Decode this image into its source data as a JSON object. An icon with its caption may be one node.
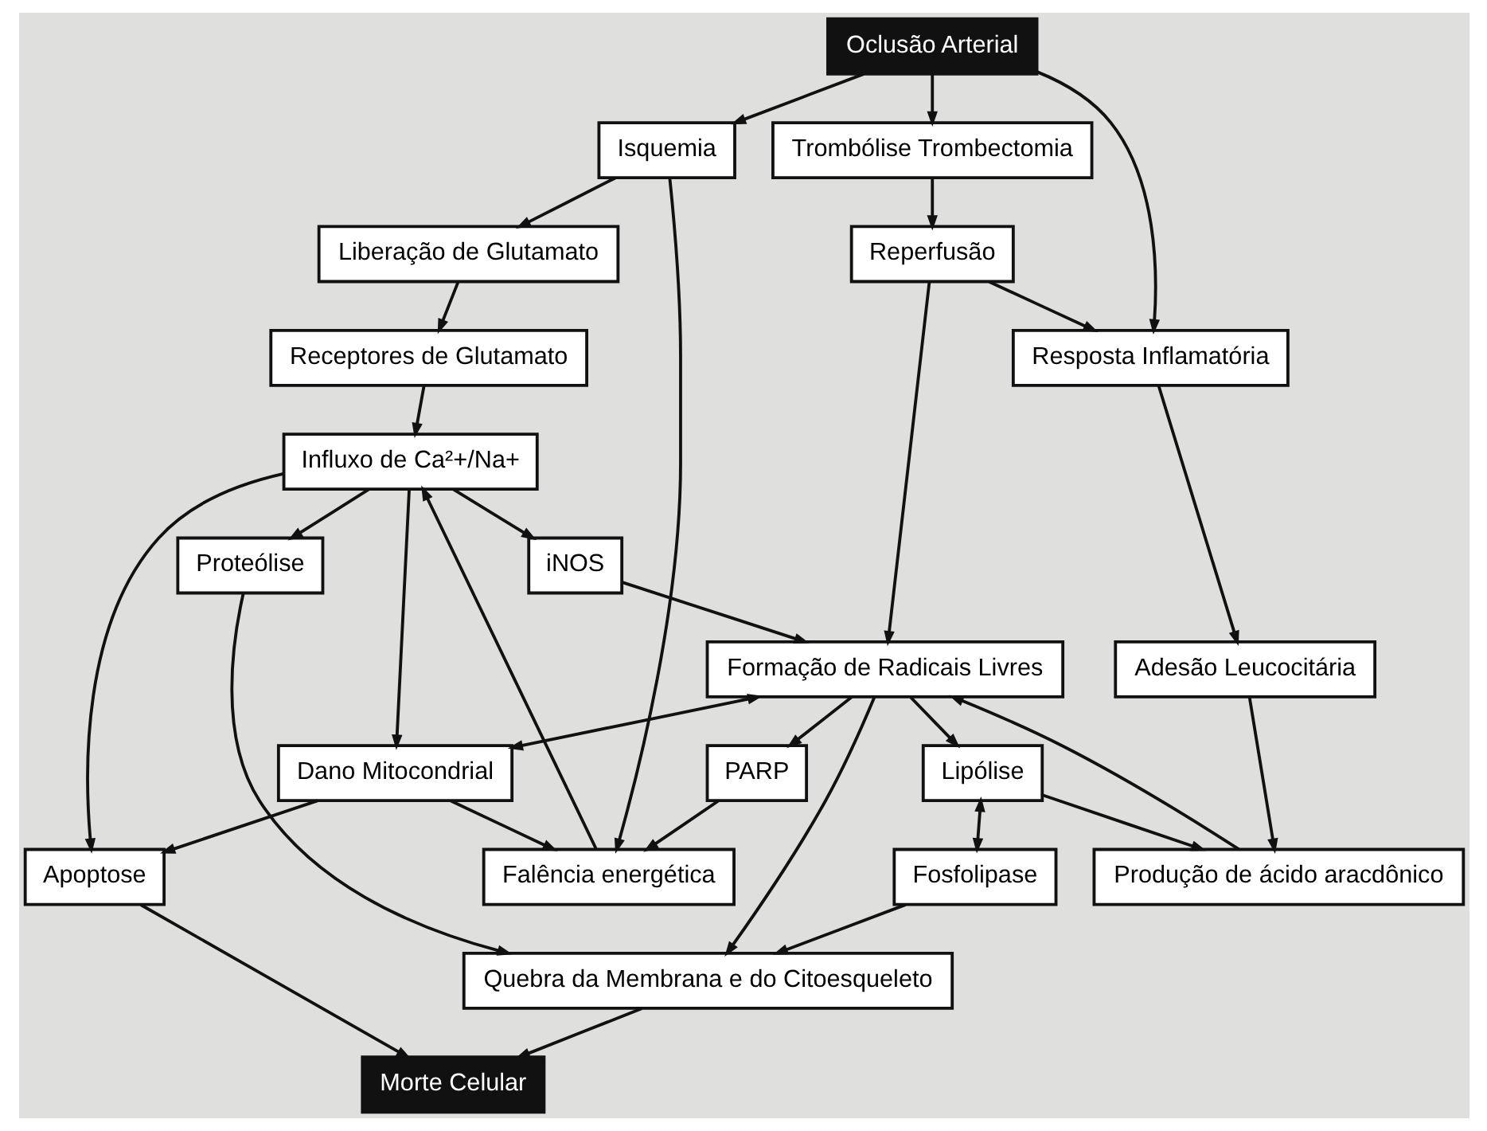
{
  "diagram": {
    "nodes": [
      {
        "text": [
          "Oclusão Arterial"
        ]
      },
      {
        "text": [
          "Isquemia"
        ]
      },
      {
        "text": [
          "Trombólise Trombectomia"
        ]
      },
      {
        "text": [
          "Reperfusão"
        ]
      },
      {
        "text": [
          "Liberação de Glutamato"
        ]
      },
      {
        "text": [
          "Falência energética"
        ]
      },
      {
        "text": [
          "PARP"
        ]
      },
      {
        "text": [
          "Resposta Inflamatória"
        ]
      },
      {
        "text": [
          "Dano Mitocondrial"
        ]
      },
      {
        "text": [
          "Receptores de Glutamato"
        ]
      },
      {
        "text": [
          "Influxo de Ca²+/Na+"
        ]
      },
      {
        "text": [
          "Apoptose"
        ]
      },
      {
        "text": [
          "Adesão Leucocitária"
        ]
      },
      {
        "text": [
          "Produção de ácido aracdônico"
        ]
      },
      {
        "text": [
          "Proteólise"
        ]
      },
      {
        "text": [
          "Lipólise"
        ]
      },
      {
        "text": [
          "iNOS"
        ]
      },
      {
        "text": [
          "Formação de Radicais Livres"
        ]
      },
      {
        "text": [
          "Quebra da Membrana e do Citoesqueleto"
        ]
      },
      {
        "text": [
          "Fosfolipase"
        ]
      },
      {
        "text": [
          "Morte Celular"
        ]
      }
    ],
    "edges": [
      {
        "from": 0,
        "to": 1,
        "arrow": "to"
      },
      {
        "from": 0,
        "to": 2,
        "arrow": "to"
      },
      {
        "from": 0,
        "to": 7,
        "arrow": "to"
      },
      {
        "from": 1,
        "to": 4,
        "arrow": "to"
      },
      {
        "from": 1,
        "to": 5,
        "arrow": "to"
      },
      {
        "from": 2,
        "to": 3,
        "arrow": "to"
      },
      {
        "from": 3,
        "to": 7,
        "arrow": "to"
      },
      {
        "from": 3,
        "to": 17,
        "arrow": "to"
      },
      {
        "from": 4,
        "to": 9,
        "arrow": "to"
      },
      {
        "from": 5,
        "to": 10,
        "arrow": "to"
      },
      {
        "from": 6,
        "to": 5,
        "arrow": "to"
      },
      {
        "from": 8,
        "to": 5,
        "arrow": "to"
      },
      {
        "from": 9,
        "to": 10,
        "arrow": "to"
      },
      {
        "from": 10,
        "to": 8,
        "arrow": "to"
      },
      {
        "from": 10,
        "to": 11,
        "arrow": "to"
      },
      {
        "from": 8,
        "to": 11,
        "arrow": "to"
      },
      {
        "from": 10,
        "to": 14,
        "arrow": "to"
      },
      {
        "from": 10,
        "to": 16,
        "arrow": "to"
      },
      {
        "from": 17,
        "to": 8,
        "arrow": "both"
      },
      {
        "from": 17,
        "to": 6,
        "arrow": "to"
      },
      {
        "from": 7,
        "to": 12,
        "arrow": "to"
      },
      {
        "from": 12,
        "to": 13,
        "arrow": "to"
      },
      {
        "from": 15,
        "to": 13,
        "arrow": "to"
      },
      {
        "from": 17,
        "to": 15,
        "arrow": "to"
      },
      {
        "from": 13,
        "to": 17,
        "arrow": "to"
      },
      {
        "from": 15,
        "to": 19,
        "arrow": "both"
      },
      {
        "from": 16,
        "to": 17,
        "arrow": "to"
      },
      {
        "from": 14,
        "to": 18,
        "arrow": "to"
      },
      {
        "from": 17,
        "to": 18,
        "arrow": "to"
      },
      {
        "from": 19,
        "to": 18,
        "arrow": "to"
      },
      {
        "from": 18,
        "to": 20,
        "arrow": "to"
      },
      {
        "from": 11,
        "to": 20,
        "arrow": "to"
      }
    ]
  }
}
